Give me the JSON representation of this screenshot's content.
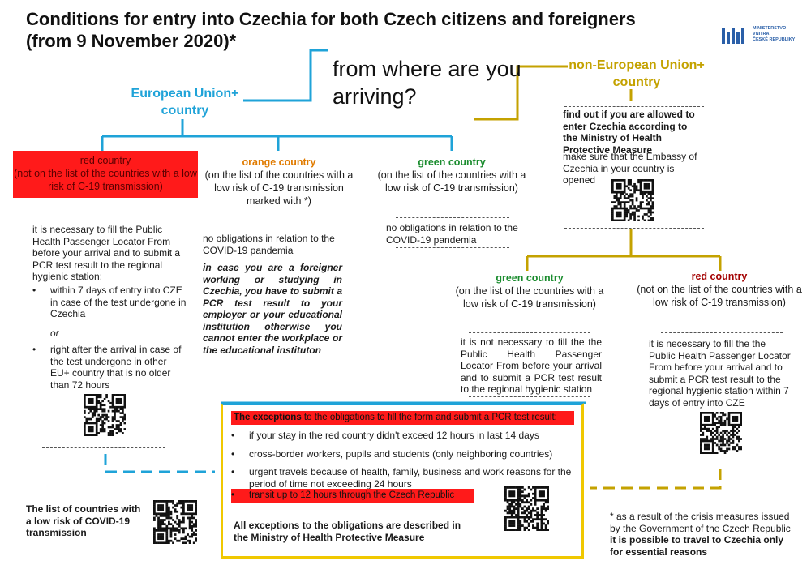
{
  "title_line1": "Conditions for entry into Czechia for both Czech citizens and foreigners",
  "title_line2": "(from 9 November 2020)*",
  "logo": {
    "text": "MINISTERSTVO VNITRA\nČESKÉ REPUBLIKY",
    "color": "#2a5fa8",
    "icon": "ministry-logo-icon"
  },
  "question": "from where are you arriving?",
  "eu_label": "European Union+ country",
  "noneu_label": "non-European Union+ country",
  "colors": {
    "eu": "#1fa3d8",
    "noneu": "#c4a200",
    "red": "#ff1a1a",
    "orange": "#e07b00",
    "green": "#1a8c2e",
    "darkred": "#a30000"
  },
  "eu_red": {
    "heading": "red country",
    "sub": "(not on the list of the countries with a low risk of C-19 transmission)",
    "intro": "it is necessary to fill the Public Health Passenger Locator From before your arrival and to submit a PCR test result to the regional hygienic station:",
    "bullet1": "within 7 days of entry into CZE in case of the test undergone in Czechia",
    "or": "or",
    "bullet2": "right after the arrival in case of the test undergone in other EU+ country that is no older than 72 hours"
  },
  "eu_orange": {
    "heading": "orange country",
    "sub": "(on the list of the countries with a low risk of C-19 transmission marked with *)",
    "text": "no obligations in relation to the COVID-19 pandemia",
    "italic": "in case you are a foreigner working or studying in Czechia, you have to submit a PCR test result to your employer or your educational institution otherwise you cannot enter the workplace or the educational instituton"
  },
  "eu_green": {
    "heading": "green country",
    "sub": "(on the list of the countries with a low risk of C-19 transmission)",
    "text": "no obligations in relation to the COVID-19 pandemia"
  },
  "noneu": {
    "find_out": "find out if you are allowed to enter Czechia according to the Ministry of Health Protective Measure",
    "embassy": "make sure that the Embassy of Czechia in your country is opened"
  },
  "noneu_green": {
    "heading": "green country",
    "sub": "(on the list of the countries with a low risk of C-19 transmission)",
    "text": "it is not necessary to fill the the Public Health Passenger Locator From before your arrival and to submit a PCR test result to the regional hygienic station"
  },
  "noneu_red": {
    "heading": "red country",
    "sub": "(not on the list of the countries with a low risk of C-19 transmission)",
    "text": "it is necessary to fill the the Public Health Passenger Locator From before your arrival and to submit a PCR test result to the regional hygienic station within 7 days of entry into CZE"
  },
  "exceptions": {
    "head_bold": "The exceptions",
    "head_rest": " to the obligations to fill the form and submit a PCR test result:",
    "items": [
      "if your stay in the red country didn't exceed 12 hours in last 14 days",
      "cross-border workers, pupils and students (only neighboring countries)",
      "urgent travels because of health, family, business and work reasons for the period of time not exceeding 24 hours",
      "transit up to 12 hours through the Czech Republic"
    ],
    "footer": "All exceptions to the obligations are described in the Ministry of Health Protective Measure"
  },
  "list_label": "The list of countries with a low risk of COVID-19 transmission",
  "footnote_normal": "* as a result of the crisis measures issued by the Government of the Czech Republic",
  "footnote_bold": "it is possible to travel to Czechia only for essential reasons",
  "icons": [
    "qr-code-icon"
  ]
}
